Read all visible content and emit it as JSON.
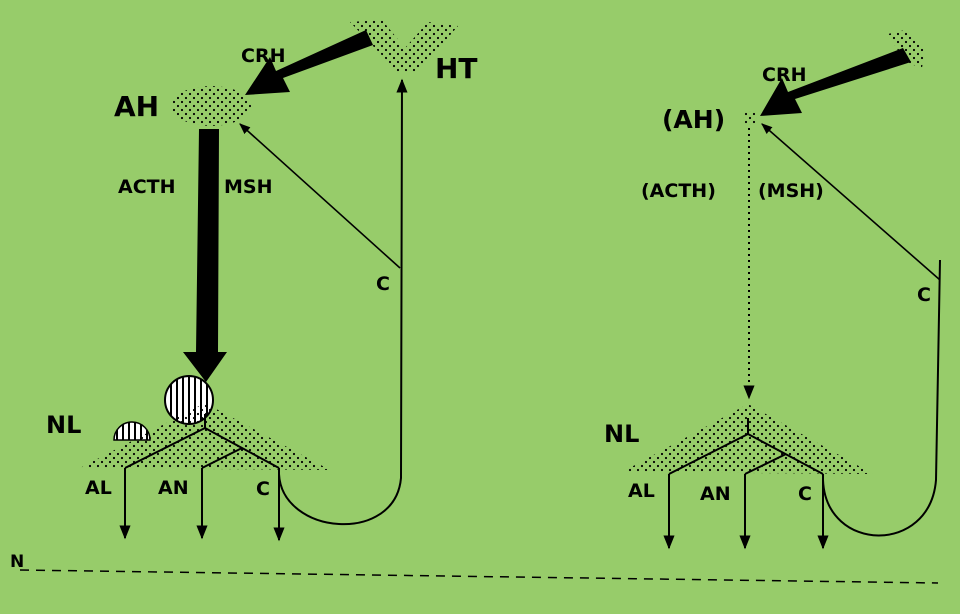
{
  "colors": {
    "background": "#97cc6a",
    "ink": "#000000",
    "circle_fill": "#ffffff"
  },
  "left_panel": {
    "label_crh": "CRH",
    "label_ah": "AH",
    "label_ht": "HT",
    "label_acth": "ACTH",
    "label_msh": "MSH",
    "label_c_feedback": "C",
    "label_nl": "NL",
    "label_al": "AL",
    "label_an": "AN",
    "label_c_output": "C"
  },
  "right_panel": {
    "label_crh": "CRH",
    "label_ah": "(AH)",
    "label_acth": "(ACTH)",
    "label_msh": "(MSH)",
    "label_c_feedback": "C",
    "label_nl": "NL",
    "label_al": "AL",
    "label_an": "AN",
    "label_c_output": "C"
  },
  "baseline": {
    "label_n": "N"
  }
}
